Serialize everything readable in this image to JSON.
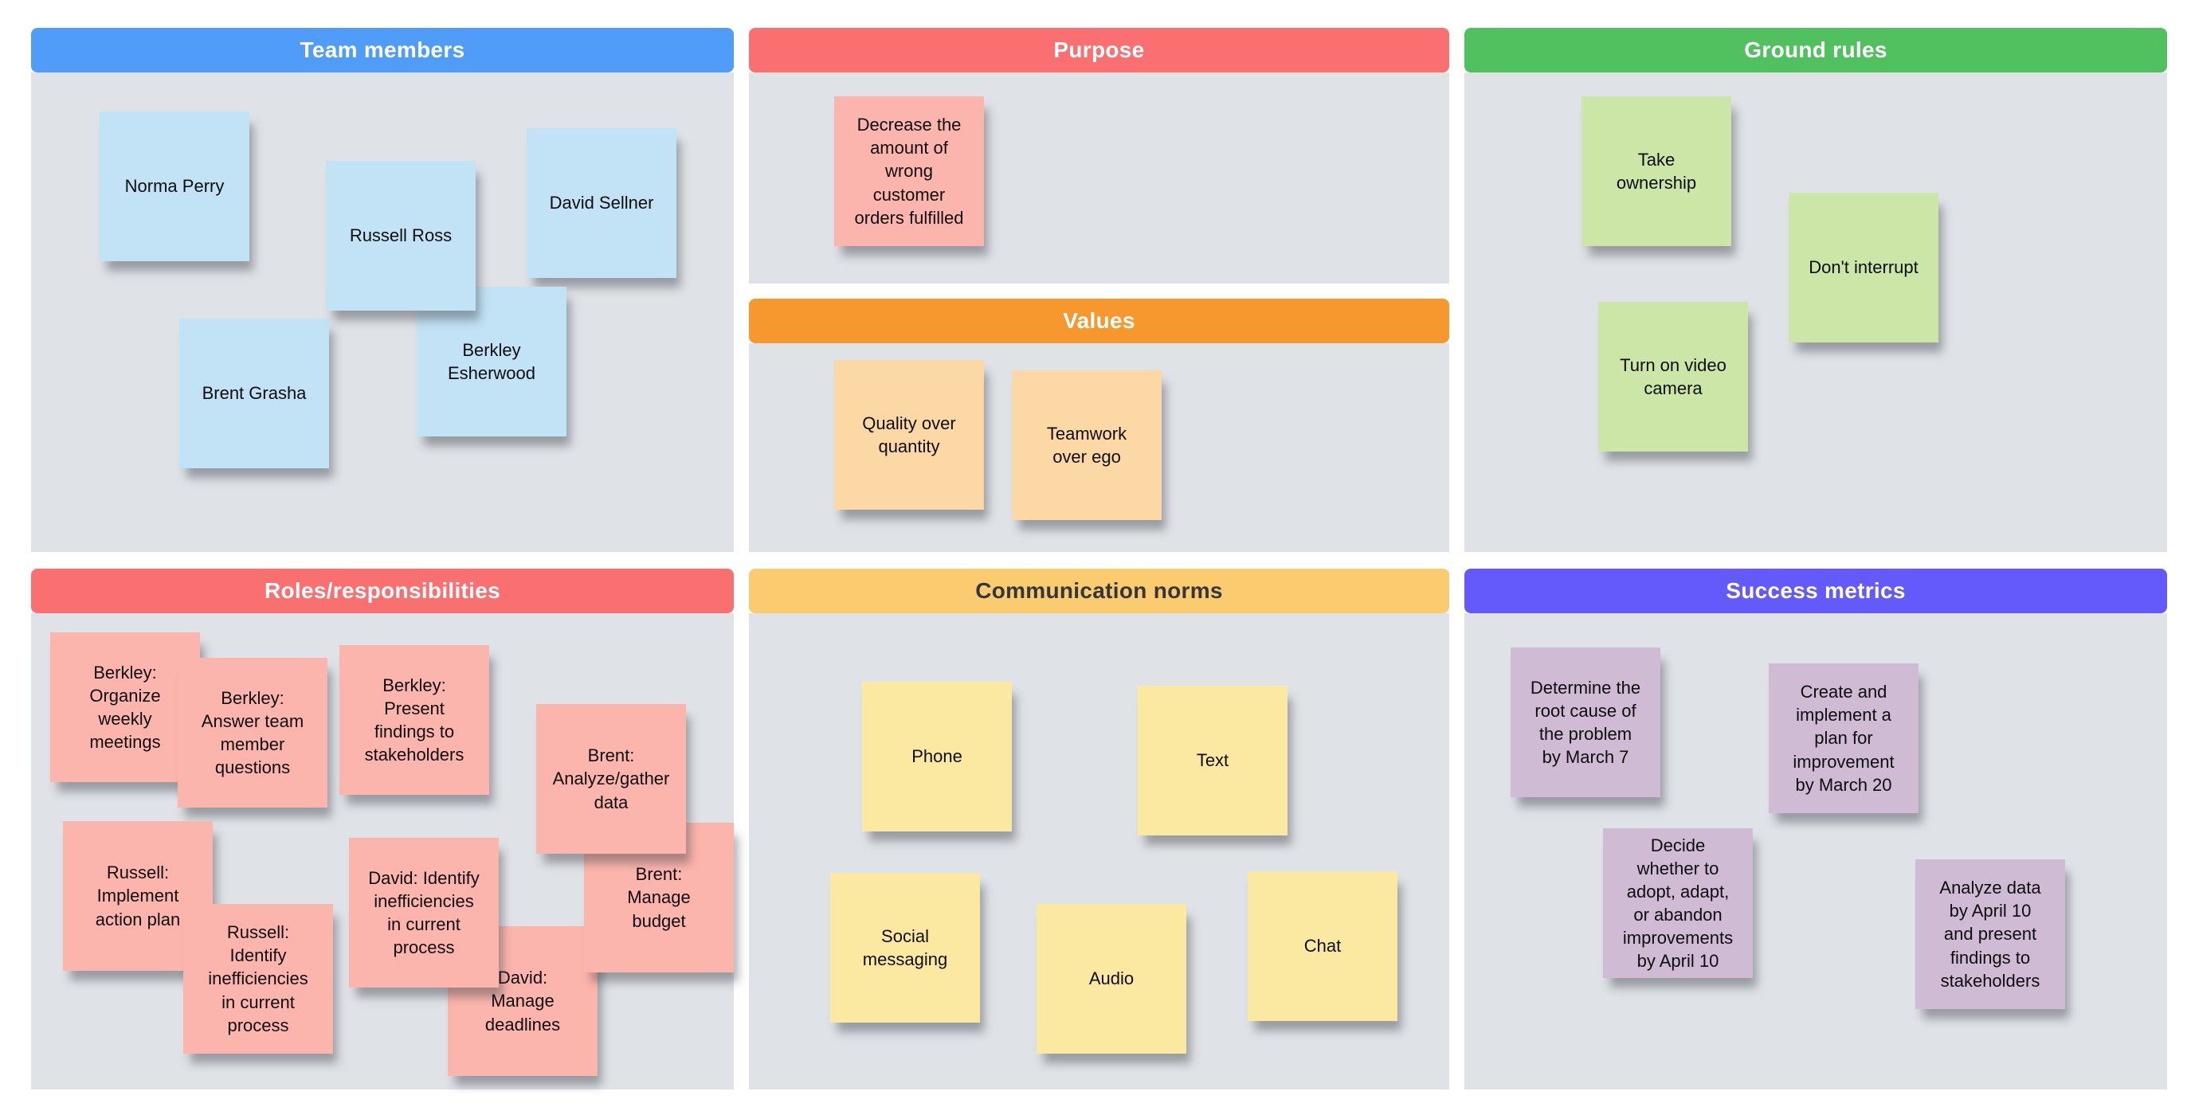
{
  "page": {
    "background": "#FFFFFF",
    "panel_background": "#DFE2E6",
    "note_text_color": "#0E0E10"
  },
  "panels": [
    {
      "id": "team-members",
      "title": "Team members",
      "header_color": "#4F9DF8",
      "header_text_color": "#FFFFFF",
      "note_color": "#C2E3F5",
      "notes": [
        {
          "text": "Norma Perry"
        },
        {
          "text": "Russell Ross"
        },
        {
          "text": "David Sellner"
        },
        {
          "text": "Brent Grasha"
        },
        {
          "text": "Berkley\nEsherwood"
        }
      ]
    },
    {
      "id": "purpose",
      "title": "Purpose",
      "header_color": "#FA6F6F",
      "header_text_color": "#FFFFFF",
      "note_color": "#FCB5AC",
      "notes": [
        {
          "text": "Decrease the\namount of\nwrong\ncustomer\norders fulfilled"
        }
      ]
    },
    {
      "id": "values",
      "title": "Values",
      "header_color": "#F6982E",
      "header_text_color": "#FFFFFF",
      "note_color": "#FBD8A4",
      "notes": [
        {
          "text": "Quality over\nquantity"
        },
        {
          "text": "Teamwork\nover ego"
        }
      ]
    },
    {
      "id": "ground-rules",
      "title": "Ground rules",
      "header_color": "#51C05E",
      "header_text_color": "#FFFFFF",
      "note_color": "#CBE6A6",
      "notes": [
        {
          "text": "Take\nownership"
        },
        {
          "text": "Don't interrupt"
        },
        {
          "text": "Turn on video\ncamera"
        }
      ]
    },
    {
      "id": "roles-responsibilities",
      "title": "Roles/responsibilities",
      "header_color": "#FA6F6F",
      "header_text_color": "#FFFFFF",
      "note_color": "#FCB5AC",
      "notes": [
        {
          "text": "Berkley:\nOrganize\nweekly\nmeetings"
        },
        {
          "text": "Berkley:\nAnswer team\nmember\nquestions"
        },
        {
          "text": "Berkley:\nPresent\nfindings to\nstakeholders"
        },
        {
          "text": "Brent:\nAnalyze/gather\ndata"
        },
        {
          "text": "Russell:\nImplement\naction plan"
        },
        {
          "text": "Russell:\nIdentify\ninefficiencies\nin current\nprocess"
        },
        {
          "text": "David: Identify\ninefficiencies\nin current\nprocess"
        },
        {
          "text": "Brent:\nManage\nbudget"
        },
        {
          "text": "David:\nManage\ndeadlines"
        }
      ]
    },
    {
      "id": "communication-norms",
      "title": "Communication norms",
      "header_color": "#FBCB6F",
      "header_text_color": "#33373D",
      "note_color": "#FCE9A1",
      "notes": [
        {
          "text": "Phone"
        },
        {
          "text": "Text"
        },
        {
          "text": "Social\nmessaging"
        },
        {
          "text": "Audio"
        },
        {
          "text": "Chat"
        }
      ]
    },
    {
      "id": "success-metrics",
      "title": "Success metrics",
      "header_color": "#6459FB",
      "header_text_color": "#FFFFFF",
      "note_color": "#CFBBD3",
      "notes": [
        {
          "text": "Determine the\nroot cause of\nthe problem\nby March 7"
        },
        {
          "text": "Create and\nimplement a\nplan for\nimprovement\nby March 20"
        },
        {
          "text": "Decide\nwhether to\nadopt, adapt,\nor abandon\nimprovements\nby April 10"
        },
        {
          "text": "Analyze data\nby April 10\nand present\nfindings to\nstakeholders"
        }
      ]
    }
  ]
}
